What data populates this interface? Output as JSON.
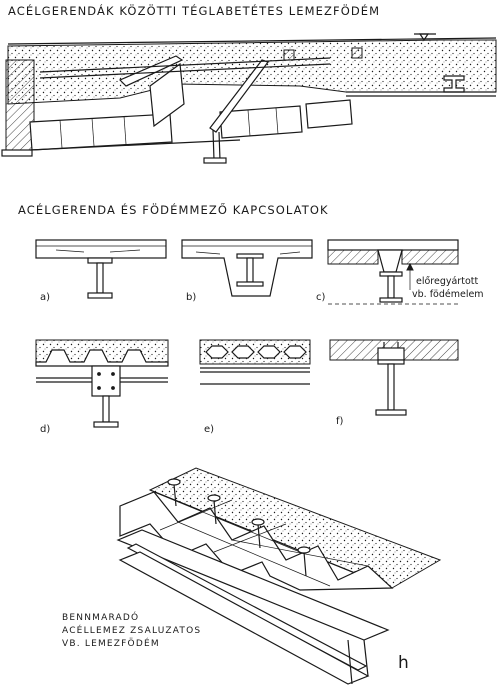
{
  "titles": {
    "top": "ACÉLGERENDÁK KÖZÖTTI TÉGLABETÉTES LEMEZFÖDÉM",
    "middle": "ACÉLGERENDA ÉS FÖDÉMMEZŐ KAPCSOLATOK"
  },
  "details": {
    "a": "a)",
    "b": "b)",
    "c": "c)",
    "d": "d)",
    "e": "e)",
    "f": "f)",
    "h": "h"
  },
  "annotations": {
    "c_line1": "előregyártott",
    "c_line2": "vb. födémelem"
  },
  "caption_h": {
    "line1": "BENNMARADÓ",
    "line2": "ACÉLLEMEZ ZSALUZATOS",
    "line3": "VB. LEMEZFÖDÉM"
  }
}
